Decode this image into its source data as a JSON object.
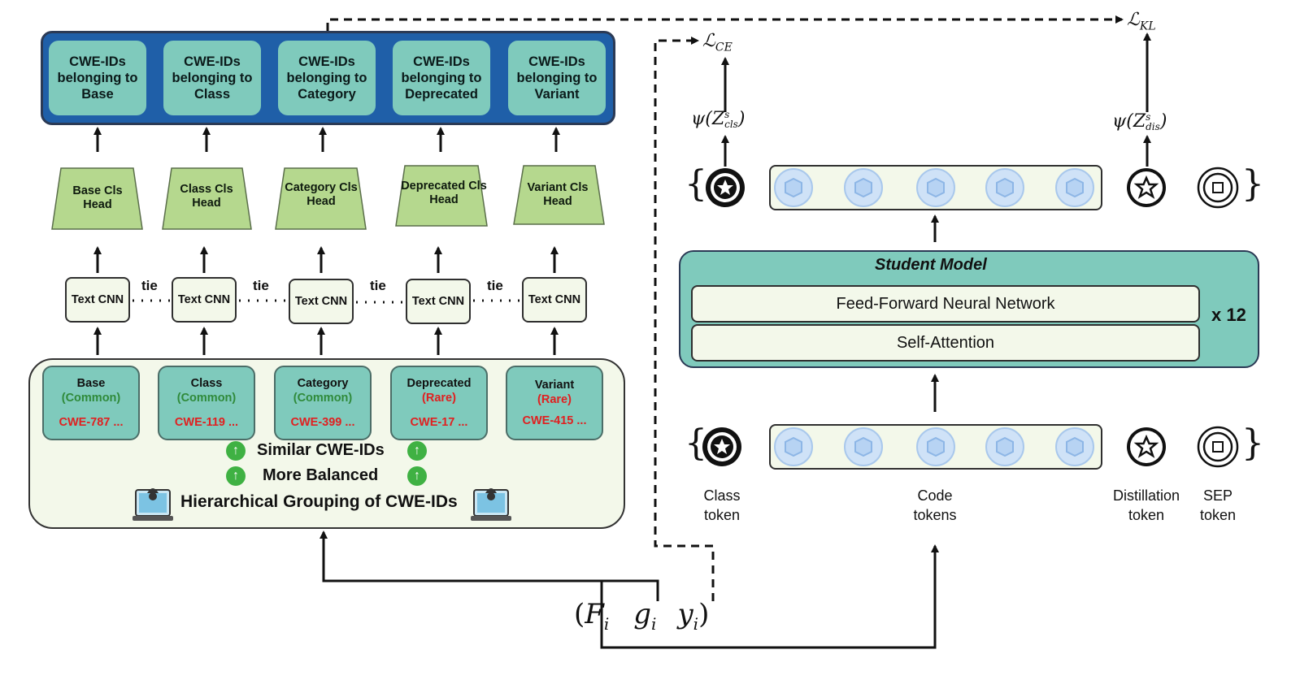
{
  "output_groups": [
    {
      "label": "CWE-IDs belonging to Base"
    },
    {
      "label": "CWE-IDs belonging to Class"
    },
    {
      "label": "CWE-IDs belonging to Category"
    },
    {
      "label": "CWE-IDs belonging to Deprecated"
    },
    {
      "label": "CWE-IDs belonging to Variant"
    }
  ],
  "heads": [
    "Base Cls Head",
    "Class Cls Head",
    "Category Cls Head",
    "Deprecated Cls Head",
    "Variant Cls Head"
  ],
  "text_cnn_label": "Text CNN",
  "tie_label": "tie",
  "groups": [
    {
      "name": "Base",
      "freq": "(Common)",
      "freq_type": "common",
      "ids": "CWE-787 ..."
    },
    {
      "name": "Class",
      "freq": "(Common)",
      "freq_type": "common",
      "ids": "CWE-119 ..."
    },
    {
      "name": "Category",
      "freq": "(Common)",
      "freq_type": "common",
      "ids": "CWE-399 ..."
    },
    {
      "name": "Deprecated",
      "freq": "(Rare)",
      "freq_type": "rare",
      "ids": "CWE-17 ..."
    },
    {
      "name": "Variant",
      "freq": "(Rare)",
      "freq_type": "rare",
      "ids": "CWE-415 ..."
    }
  ],
  "benefits": [
    "Similar CWE-IDs",
    "More Balanced"
  ],
  "grouping_title": "Hierarchical Grouping of CWE-IDs",
  "student_model": {
    "title": "Student Model",
    "layers": [
      "Feed-Forward Neural Network",
      "Self-Attention"
    ],
    "repeat": "x 12"
  },
  "tokens": {
    "class": "Class token",
    "code": "Code tokens",
    "distillation": "Distillation token",
    "sep": "SEP token"
  },
  "math": {
    "loss_ce": "ℒ",
    "loss_ce_sub": "CE",
    "loss_kl": "ℒ",
    "loss_kl_sub": "KL",
    "psi_cls": "ψ(Z",
    "psi_cls_sup": "s",
    "psi_cls_sub": "cls",
    "psi_dis": "ψ(Z",
    "psi_dis_sup": "s",
    "psi_dis_sub": "dis",
    "input_open": "(",
    "F": "F",
    "F_sub": "i",
    "g": "g",
    "g_sub": "i",
    "y": "y",
    "y_sub": "i",
    "input_close": ")"
  },
  "colors": {
    "panel_blue": "#1f5fa8",
    "teal": "#7fcabc",
    "head_green": "#b5d88e",
    "cream": "#f3f8ea",
    "common_green": "#2f8a3a",
    "rare_red": "#e02020",
    "icon_green": "#3fb143"
  },
  "icons": [
    "up-arrow-icon",
    "hacker-laptop-icon",
    "star-token-icon",
    "hexagon-token-icon",
    "sep-token-icon"
  ]
}
